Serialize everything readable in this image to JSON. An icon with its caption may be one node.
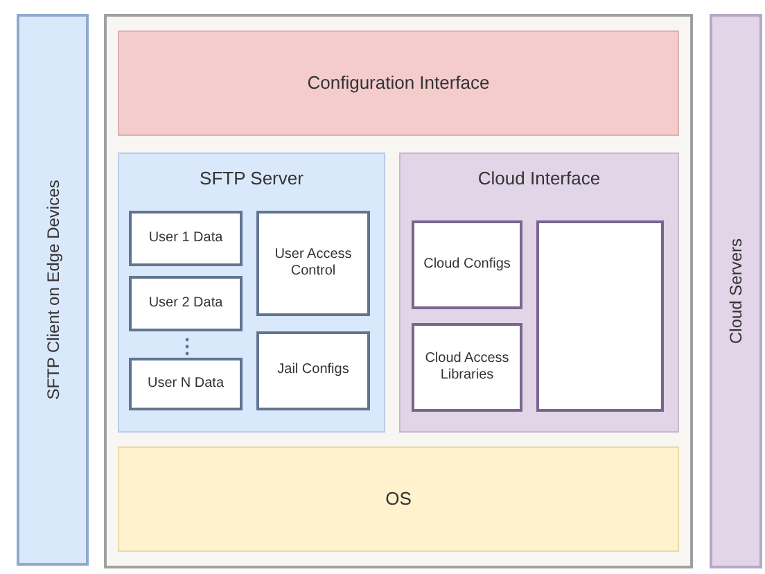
{
  "diagram": {
    "nodes": [
      {
        "text": [
          "SFTP Client on Edge Devices"
        ]
      },
      {
        "text": [],
        "shape": "box"
      },
      {
        "text": [
          "Configuration Interface"
        ],
        "in": 1
      },
      {
        "text": [
          "SFTP Server"
        ],
        "in": 1
      },
      {
        "text": [
          "User 1 Data"
        ],
        "in": 3
      },
      {
        "text": [
          "User 2 Data"
        ],
        "in": 3
      },
      {
        "text": [
          "User N Data"
        ],
        "in": 3
      },
      {
        "text": [
          "User Access Control"
        ],
        "in": 3
      },
      {
        "text": [
          "Jail Configs"
        ],
        "in": 3
      },
      {
        "text": [
          "Cloud Interface"
        ],
        "in": 1
      },
      {
        "text": [
          "Cloud Configs"
        ],
        "in": 9
      },
      {
        "text": [
          "Cloud Access Libraries"
        ],
        "in": 9
      },
      {
        "text": [],
        "shape": "box",
        "in": 9
      },
      {
        "text": [
          "OS"
        ],
        "in": 1
      },
      {
        "text": [
          "Cloud Servers"
        ]
      }
    ]
  }
}
